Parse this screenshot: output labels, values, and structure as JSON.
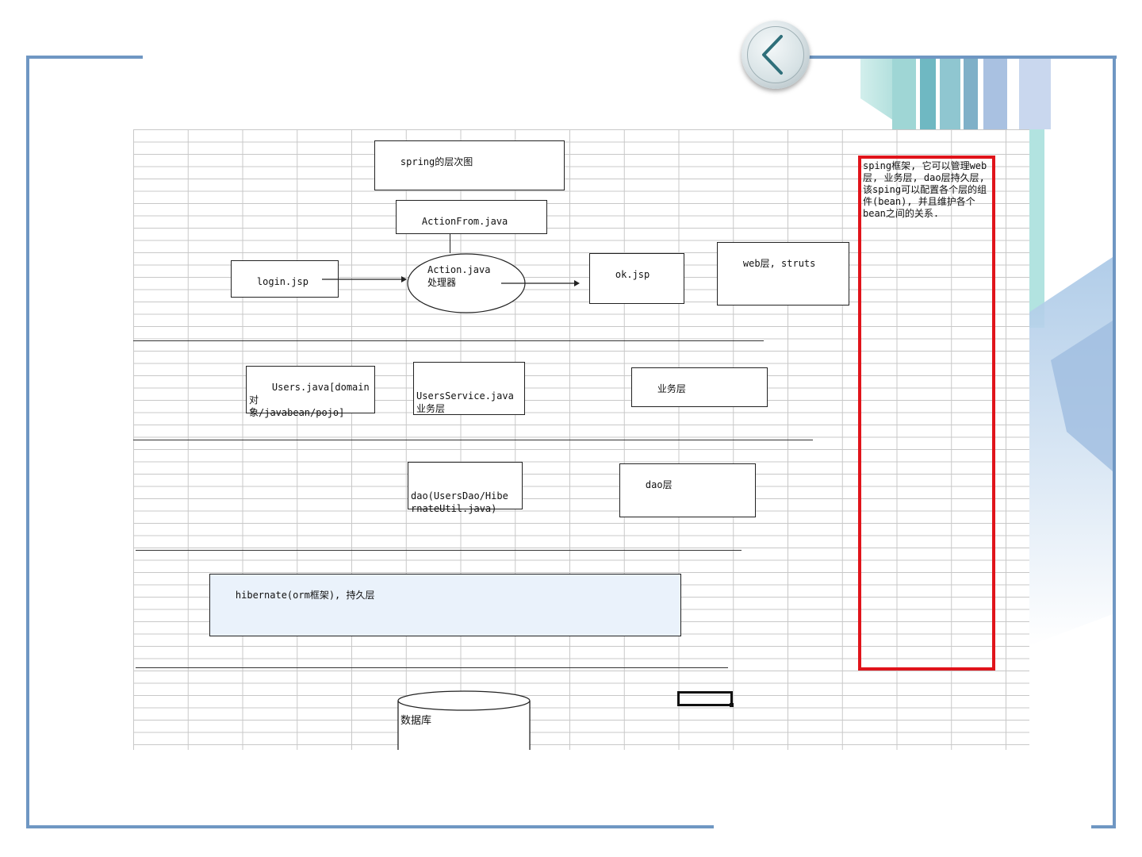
{
  "nav": {
    "back_icon": "chevron-left-icon"
  },
  "colors": {
    "frame": "#6f97c3",
    "highlight_border": "#e0141b",
    "persistence_fill": "#eaf2fb"
  },
  "diagram": {
    "title": "spring的层次图",
    "web_layer": {
      "action_form": "ActionFrom.java",
      "login": "login.jsp",
      "action": "Action.java\n处理器",
      "ok": "ok.jsp",
      "label": "web层, struts"
    },
    "business_layer": {
      "users": "Users.java[domain对\n象/javabean/pojo]",
      "service": "UsersService.java\n业务层",
      "label": "业务层"
    },
    "dao_layer": {
      "dao": "dao(UsersDao/Hibe\nrnateUtil.java)",
      "label": "dao层"
    },
    "persistence_layer": {
      "hibernate": "hibernate(orm框架), 持久层"
    },
    "database": "数据库",
    "note": "sping框架, 它可以管理web层, 业务层, dao层持久层, 该sping可以配置各个层的组件(bean), 并且维护各个bean之间的关系."
  }
}
